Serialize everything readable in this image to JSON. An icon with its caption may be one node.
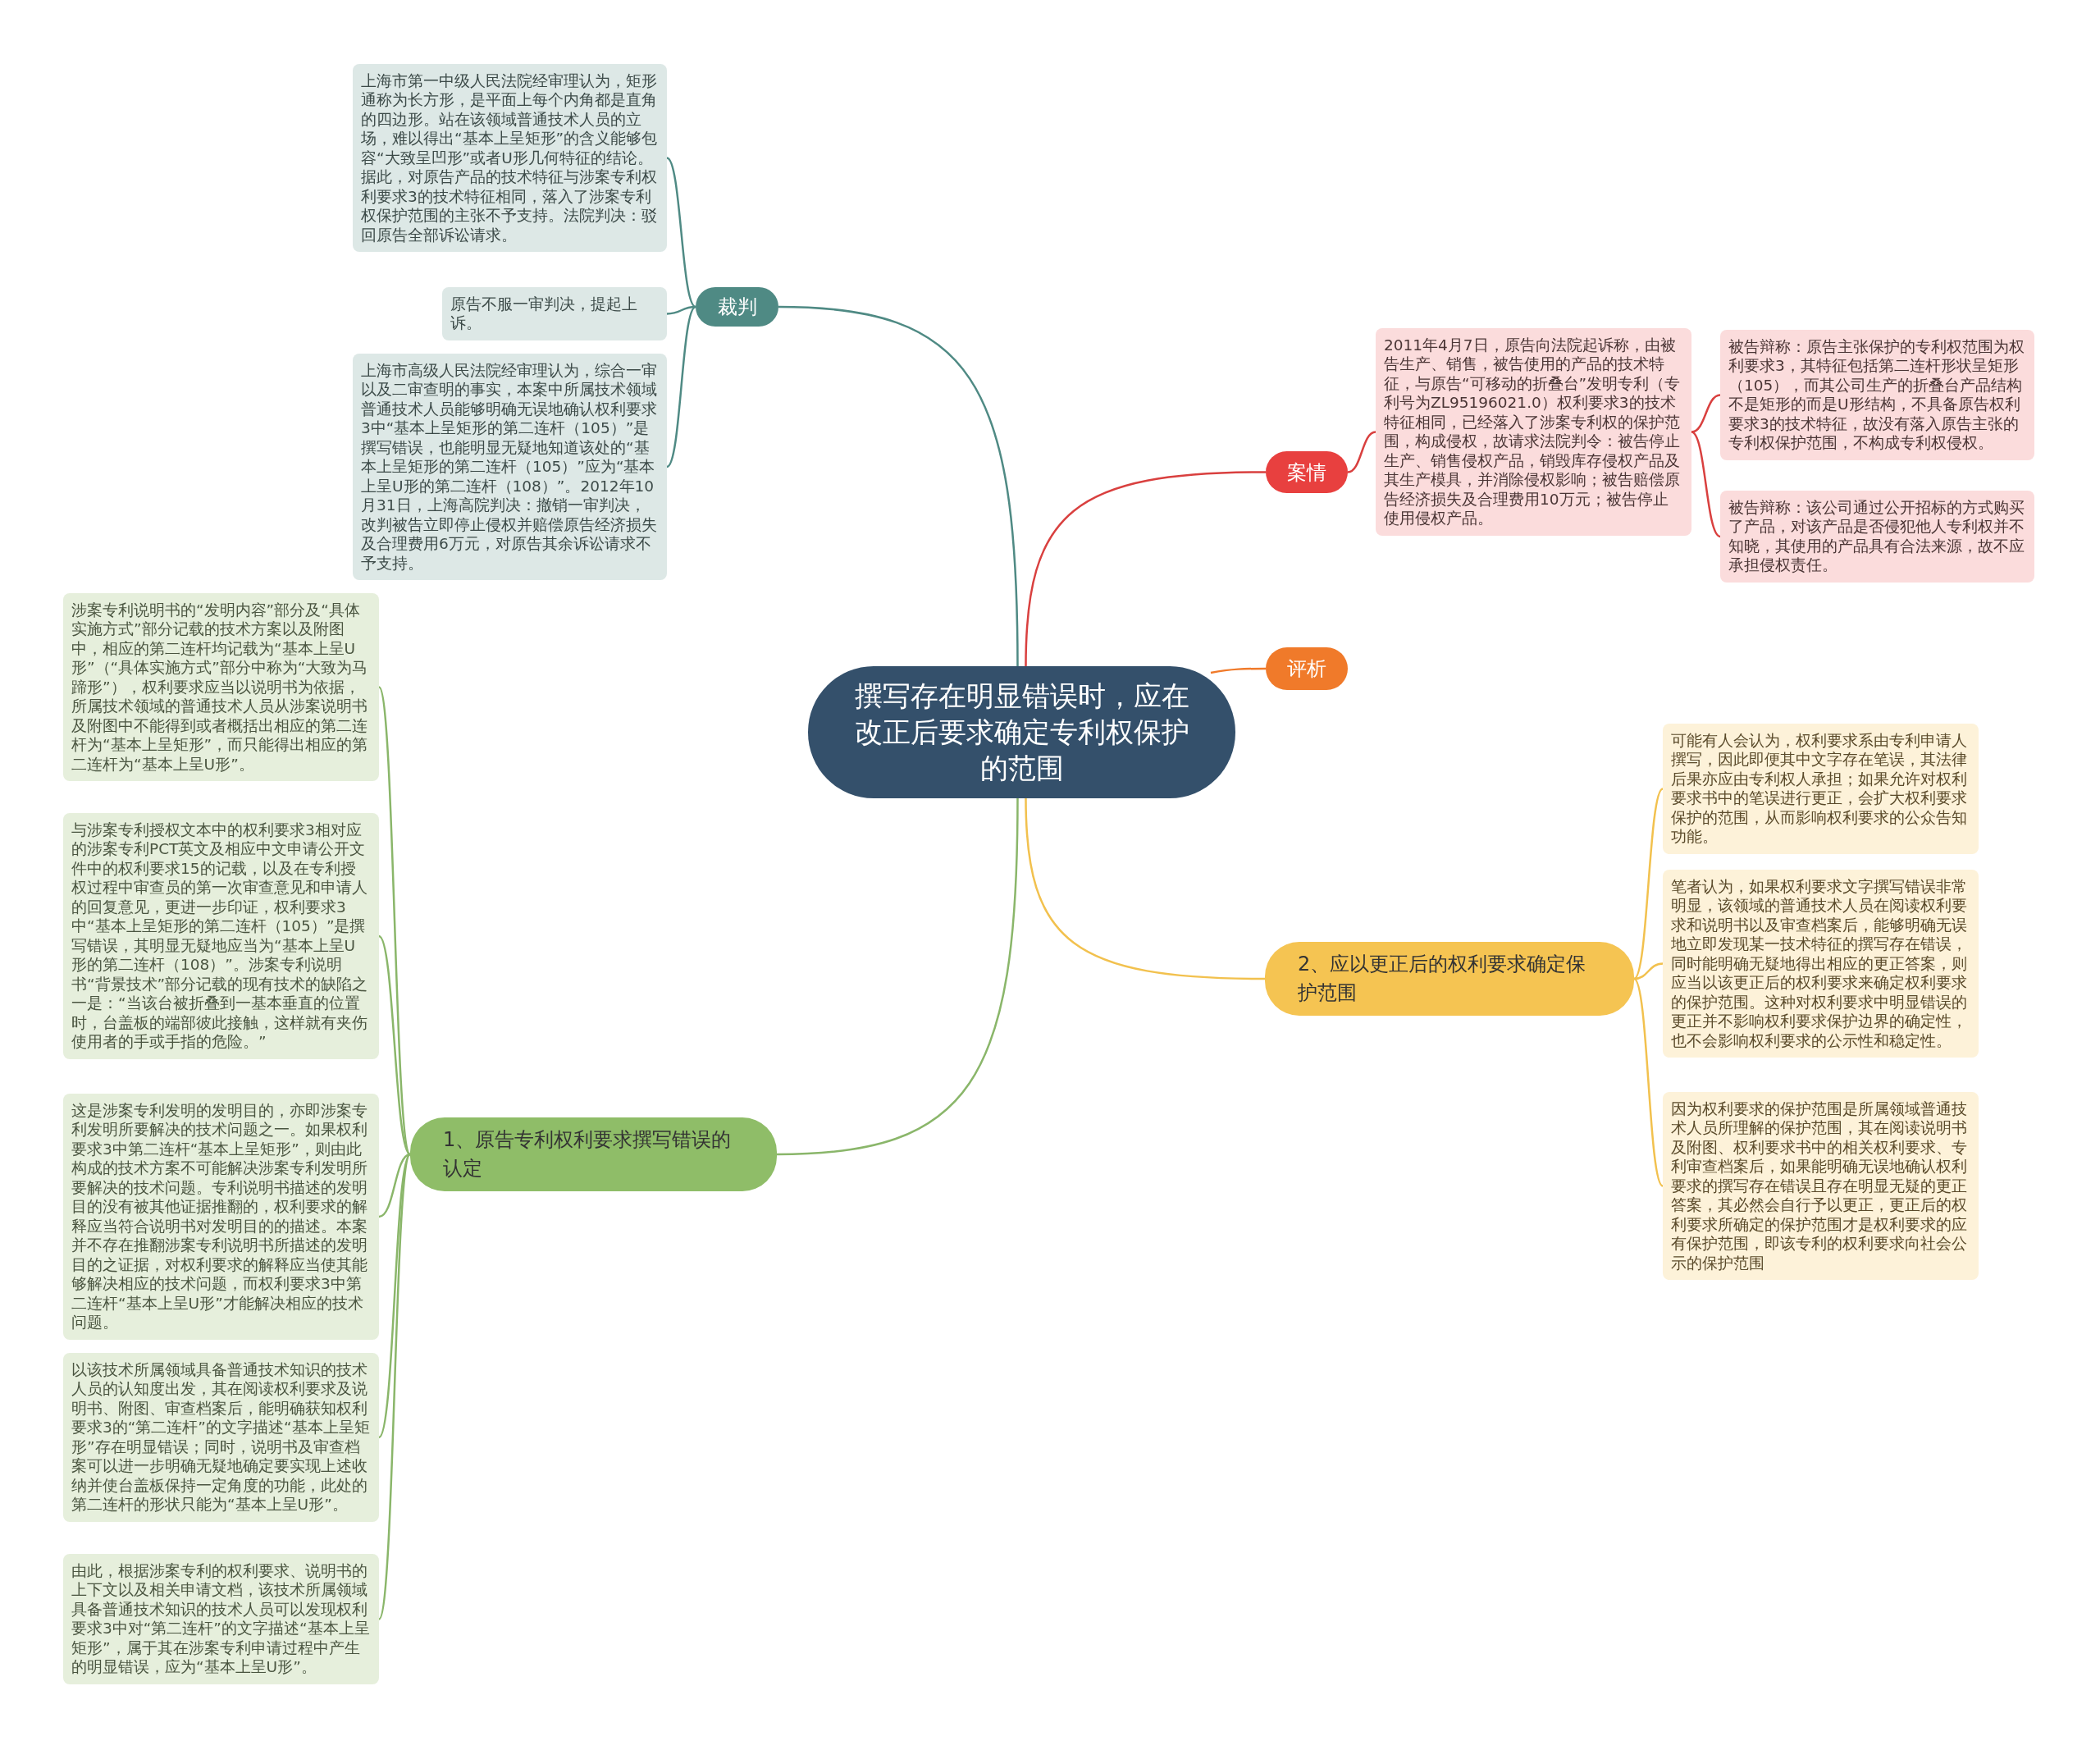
{
  "diagram": {
    "nodes": [
      {
        "text": [
          "撰写存在明显错误时，应在改正后要求确定专利权保护的范围"
        ]
      },
      {
        "text": [
          "裁判"
        ]
      },
      {
        "text": [
          "上海市第一中级人民法院经审理认为，矩形通称为长方形，是平面上每个内角都是直角的四边形。站在该领域普通技术人员的立场，难以得出“基本上呈矩形”的含义能够包容“大致呈凹形”或者U形几何特征的结论。据此，对原告产品的技术特征与涉案专利权利要求3的技术特征相同，落入了涉案专利权保护范围的主张不予支持。法院判决：驳回原告全部诉讼请求。"
        ]
      },
      {
        "text": [
          "原告不服一审判决，提起上诉。"
        ]
      },
      {
        "text": [
          "上海市高级人民法院经审理认为，综合一审以及二审查明的事实，本案中所属技术领域普通技术人员能够明确无误地确认权利要求3中“基本上呈矩形的第二连杆（105）”是撰写错误，也能明显无疑地知道该处的“基本上呈矩形的第二连杆（105）”应为“基本上呈U形的第二连杆（108）”。2012年10月31日，上海高院判决：撤销一审判决，改判被告立即停止侵权并赔偿原告经济损失及合理费用6万元，对原告其余诉讼请求不予支持。"
        ]
      },
      {
        "text": [
          "案情"
        ]
      },
      {
        "text": [
          "2011年4月7日，原告向法院起诉称，由被告生产、销售，被告使用的产品的技术特征，与原告“可移动的折叠台”发明专利（专利号为ZL95196021.0）权利要求3的技术特征相同，已经落入了涉案专利权的保护范围，构成侵权，故请求法院判令：被告停止生产、销售侵权产品，销毁库存侵权产品及其生产模具，并消除侵权影响；被告赔偿原告经济损失及合理费用10万元；被告停止使用侵权产品。"
        ]
      },
      {
        "text": [
          "被告辩称：原告主张保护的专利权范围为权利要求3，其特征包括第二连杆形状呈矩形（105），而其公司生产的折叠台产品结构不是矩形的而是U形结构，不具备原告权利要求3的技术特征，故没有落入原告主张的专利权保护范围，不构成专利权侵权。"
        ]
      },
      {
        "text": [
          "被告辩称：该公司通过公开招标的方式购买了产品，对该产品是否侵犯他人专利权并不知晓，其使用的产品具有合法来源，故不应承担侵权责任。"
        ]
      },
      {
        "text": [
          "评析"
        ]
      },
      {
        "text": [
          "2、应以更正后的权利要求确定保护范围"
        ]
      },
      {
        "text": [
          "可能有人会认为，权利要求系由专利申请人撰写，因此即便其中文字存在笔误，其法律后果亦应由专利权人承担；如果允许对权利要求书中的笔误进行更正，会扩大权利要求保护的范围，从而影响权利要求的公众告知功能。"
        ]
      },
      {
        "text": [
          "笔者认为，如果权利要求文字撰写错误非常明显，该领域的普通技术人员在阅读权利要求和说明书以及审查档案后，能够明确无误地立即发现某一技术特征的撰写存在错误，同时能明确无疑地得出相应的更正答案，则应当以该更正后的权利要求来确定权利要求的保护范围。这种对权利要求中明显错误的更正并不影响权利要求保护边界的确定性，也不会影响权利要求的公示性和稳定性。"
        ]
      },
      {
        "text": [
          "因为权利要求的保护范围是所属领域普通技术人员所理解的保护范围，其在阅读说明书及附图、权利要求书中的相关权利要求、专利审查档案后，如果能明确无误地确认权利要求的撰写存在错误且存在明显无疑的更正答案，其必然会自行予以更正，更正后的权利要求所确定的保护范围才是权利要求的应有保护范围，即该专利的权利要求向社会公示的保护范围"
        ]
      },
      {
        "text": [
          "1、原告专利权利要求撰写错误的认定"
        ]
      },
      {
        "text": [
          "涉案专利说明书的“发明内容”部分及“具体实施方式”部分记载的技术方案以及附图中，相应的第二连杆均记载为“基本上呈U形”（“具体实施方式”部分中称为“大致为马蹄形”），权利要求应当以说明书为依据，所属技术领域的普通技术人员从涉案说明书及附图中不能得到或者概括出相应的第二连杆为“基本上呈矩形”，而只能得出相应的第二连杆为“基本上呈U形”。"
        ]
      },
      {
        "text": [
          "与涉案专利授权文本中的权利要求3相对应的涉案专利PCT英文及相应中文申请公开文件中的权利要求15的记载，以及在专利授权过程中审查员的第一次审查意见和申请人的回复意见，更进一步印证，权利要求3中“基本上呈矩形的第二连杆（105）”是撰写错误，其明显无疑地应当为“基本上呈U形的第二连杆（108）”。涉案专利说明书“背景技术”部分记载的现有技术的缺陷之一是：“当该台被折叠到一基本垂直的位置时，台盖板的端部彼此接触，这样就有夹伤使用者的手或手指的危险。”"
        ]
      },
      {
        "text": [
          "这是涉案专利发明的发明目的，亦即涉案专利发明所要解决的技术问题之一。如果权利要求3中第二连杆“基本上呈矩形”，则由此构成的技术方案不可能解决涉案专利发明所要解决的技术问题。专利说明书描述的发明目的没有被其他证据推翻的，权利要求的解释应当符合说明书对发明目的的描述。本案并不存在推翻涉案专利说明书所描述的发明目的之证据，对权利要求的解释应当使其能够解决相应的技术问题，而权利要求3中第二连杆“基本上呈U形”才能解决相应的技术问题。"
        ]
      },
      {
        "text": [
          "以该技术所属领域具备普通技术知识的技术人员的认知度出发，其在阅读权利要求及说明书、附图、审查档案后，能明确获知权利要求3的“第二连杆”的文字描述“基本上呈矩形”存在明显错误；同时，说明书及审查档案可以进一步明确无疑地确定要实现上述收纳并使台盖板保持一定角度的功能，此处的第二连杆的形状只能为“基本上呈U形”。"
        ]
      },
      {
        "text": [
          "由此，根据涉案专利的权利要求、说明书的上下文以及相关申请文档，该技术所属领域具备普通技术知识的技术人员可以发现权利要求3中对“第二连杆”的文字描述“基本上呈矩形”，属于其在涉案专利申请过程中产生的明显错误，应为“基本上呈U形”。"
        ]
      }
    ],
    "edges": [
      {
        "from": 0,
        "to": 1,
        "arrow": "none",
        "color": "#4f8a84"
      },
      {
        "from": 1,
        "to": 2,
        "arrow": "none",
        "color": "#4f8a84"
      },
      {
        "from": 1,
        "to": 3,
        "arrow": "none",
        "color": "#4f8a84"
      },
      {
        "from": 1,
        "to": 4,
        "arrow": "none",
        "color": "#4f8a84"
      },
      {
        "from": 0,
        "to": 5,
        "arrow": "none",
        "color": "#d9403f"
      },
      {
        "from": 5,
        "to": 6,
        "arrow": "none",
        "color": "#d9403f"
      },
      {
        "from": 6,
        "to": 7,
        "arrow": "none",
        "color": "#d9403f"
      },
      {
        "from": 6,
        "to": 8,
        "arrow": "none",
        "color": "#d9403f"
      },
      {
        "from": 0,
        "to": 9,
        "arrow": "none",
        "color": "#f07a2a"
      },
      {
        "from": 0,
        "to": 10,
        "arrow": "none",
        "color": "#f2c14e"
      },
      {
        "from": 10,
        "to": 11,
        "arrow": "none",
        "color": "#f2c14e"
      },
      {
        "from": 10,
        "to": 12,
        "arrow": "none",
        "color": "#f2c14e"
      },
      {
        "from": 10,
        "to": 13,
        "arrow": "none",
        "color": "#f2c14e"
      },
      {
        "from": 0,
        "to": 14,
        "arrow": "none"
      },
      {
        "from": 14,
        "to": 15,
        "arrow": "none"
      },
      {
        "from": 14,
        "to": 16,
        "arrow": "none"
      },
      {
        "from": 14,
        "to": 17,
        "arrow": "none"
      },
      {
        "from": 14,
        "to": 18,
        "arrow": "none"
      },
      {
        "from": 14,
        "to": 19,
        "arrow": "none"
      }
    ]
  }
}
